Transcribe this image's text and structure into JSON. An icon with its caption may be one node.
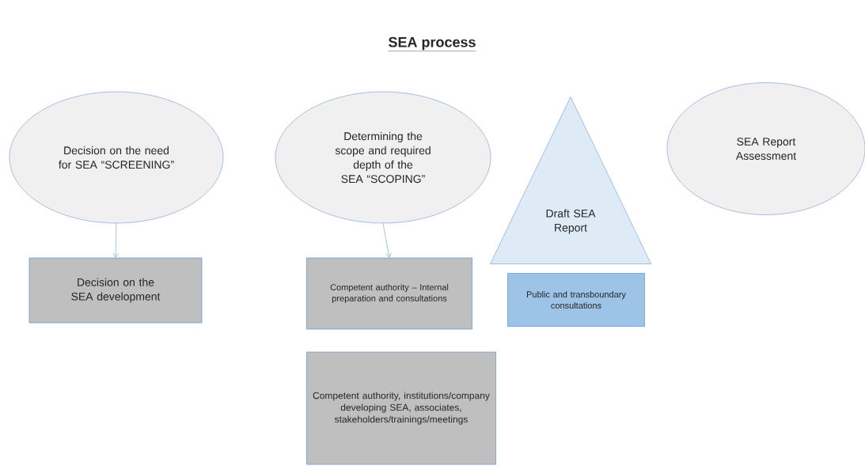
{
  "diagram": {
    "title": "SEA process",
    "nodes": [
      {
        "text": [
          "Decision on the need for SEA “SCREENING”"
        ]
      },
      {
        "text": [
          "Determining the scope and required depth of the SEA “SCOPING”"
        ]
      },
      {
        "text": [
          "Draft SEA Report"
        ]
      },
      {
        "text": [
          "SEA Report Assessment"
        ]
      },
      {
        "text": [
          "Decision on the SEA development"
        ]
      },
      {
        "text": [
          "Competent authority – Internal preparation and consultations"
        ]
      },
      {
        "text": [
          "Public and transboundary consultations"
        ]
      },
      {
        "text": [
          "Competent authority, institutions/company developing SEA, associates, stakeholders/trainings/meetings"
        ]
      }
    ],
    "edges": [
      {
        "from": 0,
        "to": 4,
        "arrow": "to"
      },
      {
        "from": 1,
        "to": 5,
        "arrow": "to"
      }
    ]
  }
}
